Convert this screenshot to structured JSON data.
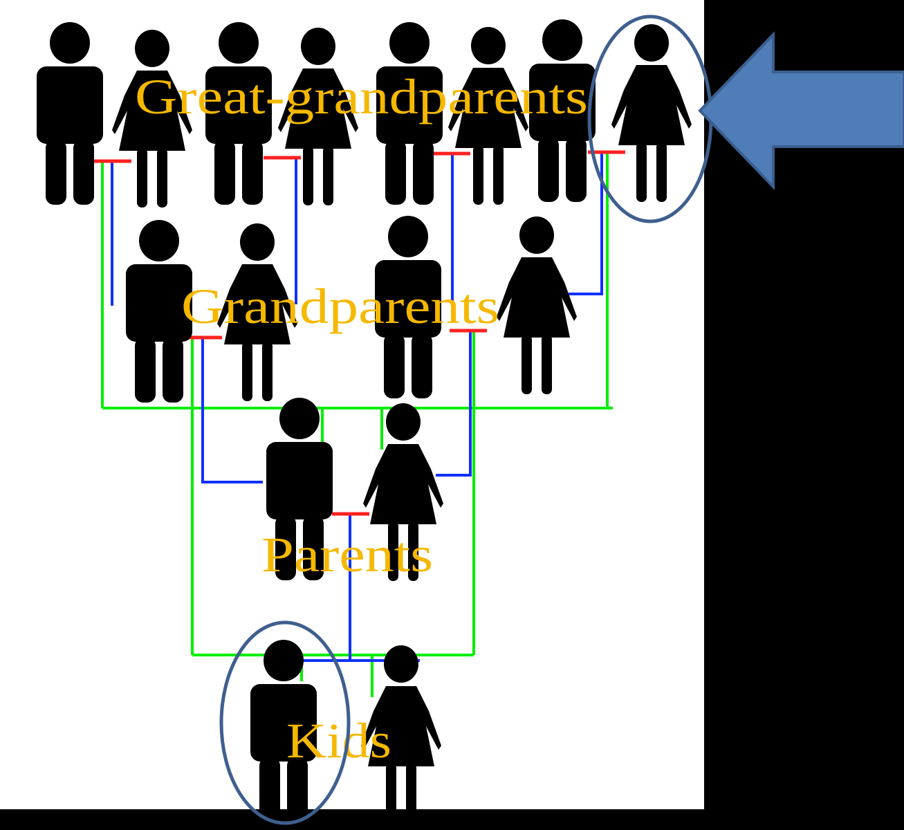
{
  "diagram": {
    "title": "",
    "generations": [
      {
        "key": "great",
        "label": "Great-grandparents",
        "people": [
          "man",
          "woman",
          "man",
          "woman",
          "man",
          "woman",
          "man",
          "woman"
        ]
      },
      {
        "key": "grand",
        "label": "Grandparents",
        "people": [
          "man",
          "woman",
          "man",
          "woman"
        ]
      },
      {
        "key": "parents",
        "label": "Parents",
        "people": [
          "man",
          "woman"
        ]
      },
      {
        "key": "kids",
        "label": "Kids",
        "people": [
          "boy",
          "girl"
        ]
      }
    ],
    "highlights": [
      "great-grandmother-4",
      "kid-boy"
    ],
    "pointer": "arrow-left-icon"
  },
  "colors": {
    "background": "#000000",
    "panel": "#ffffff",
    "figure": "#000000",
    "label": "#f5b800",
    "marriage_line": "#ff2020",
    "paternal_line": "#00ee00",
    "maternal_line": "#1030ff",
    "highlight": "#3f5f8e",
    "arrow_fill": "#4f7db8",
    "arrow_stroke": "#3a5f8f"
  }
}
